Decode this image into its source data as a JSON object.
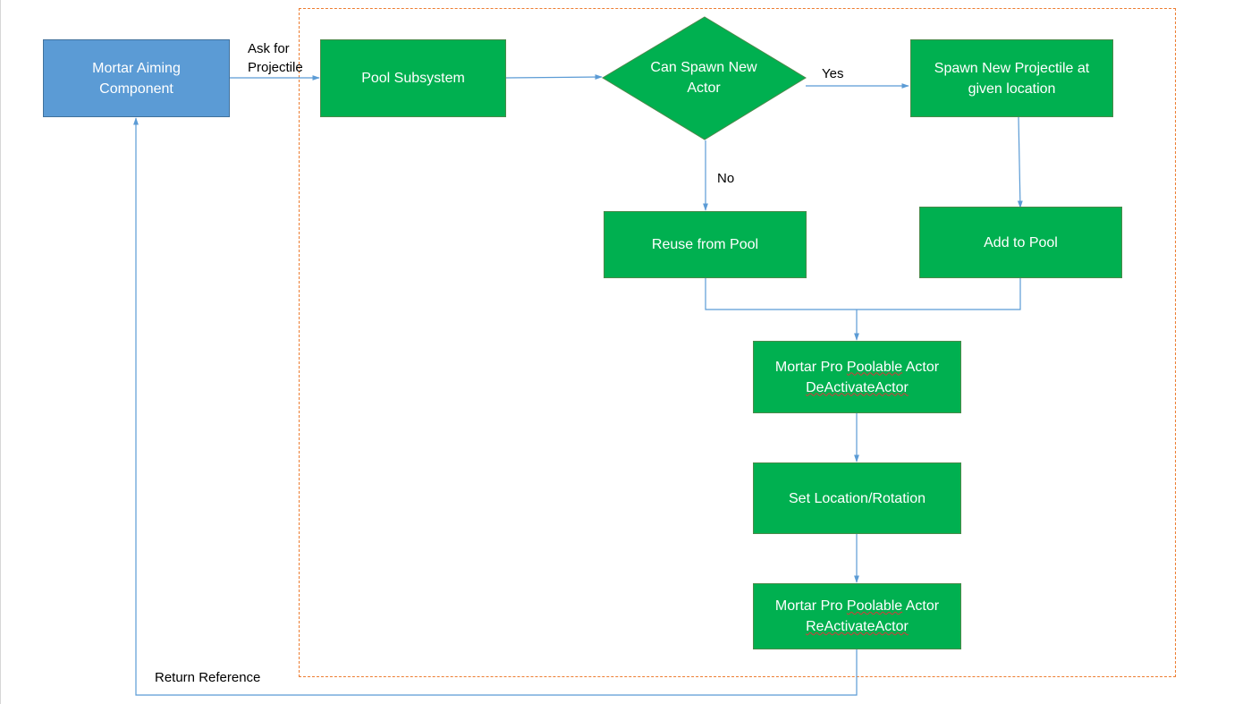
{
  "diagram": {
    "aiming_component": "Mortar Aiming Component",
    "pool_subsystem": "Pool Subsystem",
    "decision": "Can Spawn New Actor",
    "spawn_new": "Spawn New Projectile at given location",
    "reuse": "Reuse from Pool",
    "add_to_pool": "Add to Pool",
    "deactivate": {
      "prefix": "Mortar Pro ",
      "flagged_word": "Poolable",
      "suffix": " Actor",
      "method": "DeActivateActor"
    },
    "set_location": "Set Location/Rotation",
    "reactivate": {
      "prefix": "Mortar Pro ",
      "flagged_word": "Poolable",
      "suffix": " Actor",
      "method": "ReActivateActor"
    },
    "edge_labels": {
      "ask_line1": "Ask for",
      "ask_line2": "Projectile",
      "yes": "Yes",
      "no": "No",
      "return": "Return Reference"
    }
  },
  "colors": {
    "process_fill": "#00b050",
    "component_fill": "#5b9bd5",
    "connector": "#5b9bd5",
    "group_border": "#ed7d31",
    "spellcheck_squiggle": "#d83a3a"
  }
}
